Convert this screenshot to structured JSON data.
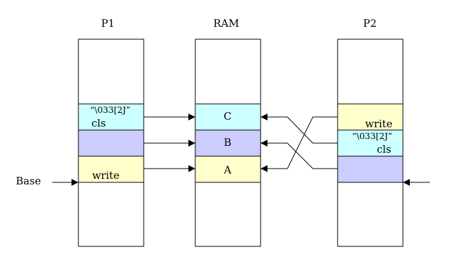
{
  "columns": {
    "p1": {
      "title": "P1"
    },
    "ram": {
      "title": "RAM"
    },
    "p2": {
      "title": "P2"
    }
  },
  "colors": {
    "cyan": "#ccffff",
    "lavender": "#ccccff",
    "yellow": "#ffffcc"
  },
  "p1_segments": {
    "top": {
      "line1": "“\\033[2J”",
      "line2": "cls"
    },
    "mid": {
      "label": ""
    },
    "bottom": {
      "label": "write"
    }
  },
  "ram_segments": {
    "top": {
      "label": "C"
    },
    "mid": {
      "label": "B"
    },
    "bottom": {
      "label": "A"
    }
  },
  "p2_segments": {
    "top": {
      "label": "write"
    },
    "mid": {
      "line1": "“\\033[2J”",
      "line2": "cls"
    },
    "bottom": {
      "label": ""
    }
  },
  "base_label": "Base"
}
